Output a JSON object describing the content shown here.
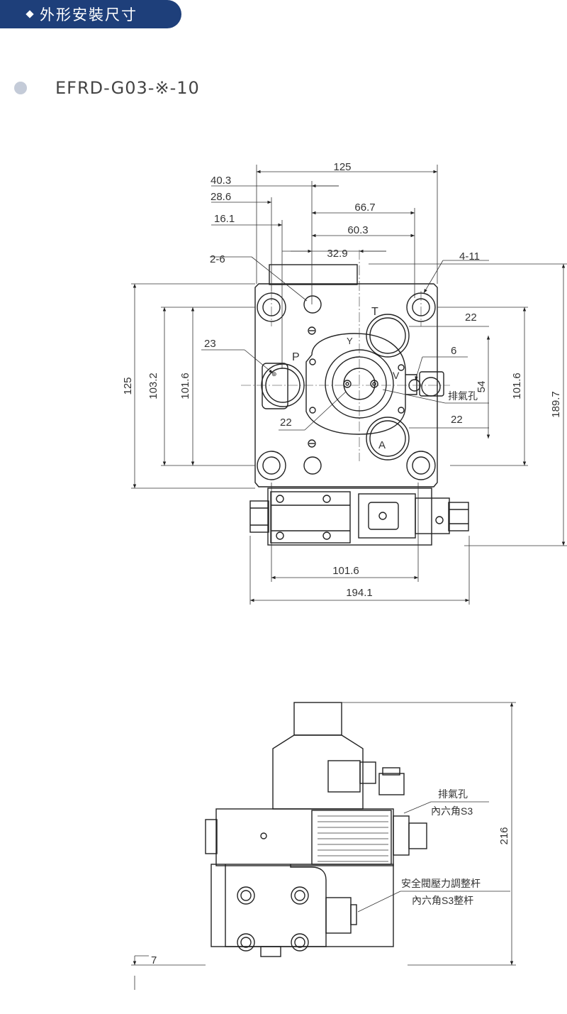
{
  "header": {
    "title": "外形安裝尺寸"
  },
  "model": {
    "code": "EFRD-G03-※-10"
  },
  "top_view": {
    "dims": {
      "d125_top": "125",
      "d40_3": "40.3",
      "d28_6": "28.6",
      "d66_7": "66.7",
      "d16_1": "16.1",
      "d60_3": "60.3",
      "d32_9": "32.9",
      "d2_6": "2-6",
      "d4_11": "4-11",
      "d22_t": "22",
      "d6": "6",
      "d23": "23",
      "d22_p": "22",
      "d22_a": "22",
      "d54": "54",
      "d125_left": "125",
      "d103_2": "103.2",
      "d101_6_left": "101.6",
      "d101_6_right": "101.6",
      "d189_7": "189.7",
      "d101_6_bottom": "101.6",
      "d194_1": "194.1"
    },
    "ports": {
      "t": "T",
      "p": "P",
      "a": "A",
      "y": "Y",
      "v": "V"
    },
    "vent_label": "排氣孔"
  },
  "side_view": {
    "vent_label": "排氣孔",
    "vent_hex": "內六角S3",
    "safety_label": "安全閥壓力調整杆",
    "safety_hex": "內六角S3整杆",
    "d216": "216",
    "d7": "7"
  }
}
